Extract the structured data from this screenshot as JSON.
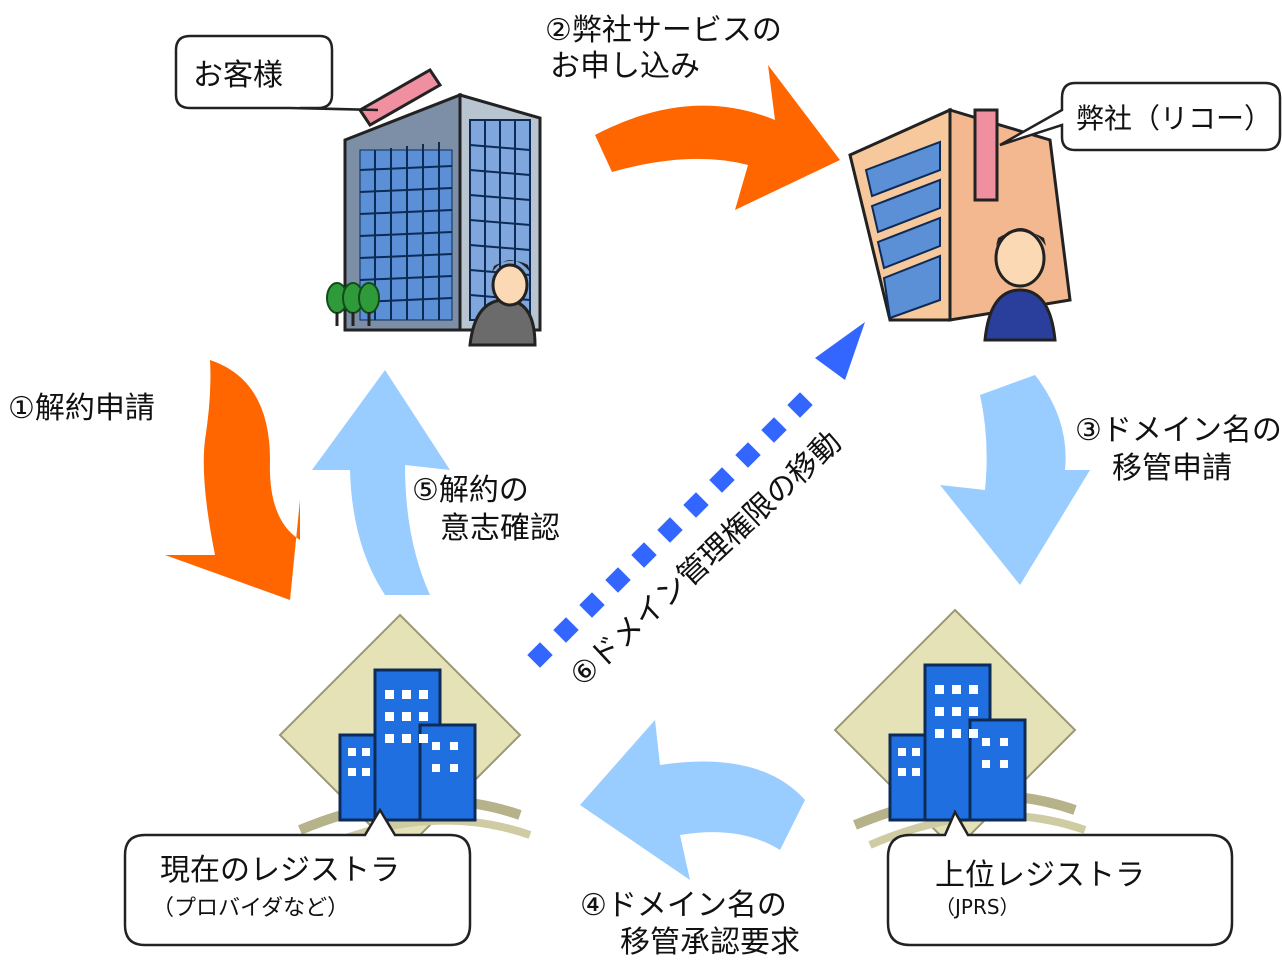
{
  "nodes": {
    "customer": "お客様",
    "company": "弊社（リコー）",
    "current_registrar": "現在のレジストラ",
    "current_registrar_sub": "（プロバイダなど）",
    "upper_registrar": "上位レジストラ",
    "upper_registrar_sub": "（JPRS）"
  },
  "steps": {
    "s1": "①解約申請",
    "s2_line1": "②弊社サービスの",
    "s2_line2": "お申し込み",
    "s3_line1": "③ドメイン名の",
    "s3_line2": "移管申請",
    "s4_line1": "④ドメイン名の",
    "s4_line2": "移管承認要求",
    "s5_line1": "⑤解約の",
    "s5_line2": "意志確認",
    "s6": "⑥ドメイン管理権限の移動"
  },
  "colors": {
    "orange_arrow": "#ff6600",
    "light_blue_arrow": "#99ccff",
    "dotted_blue": "#3366ff",
    "building_blue": "#1f6fe0",
    "diamond_beige": "#e6e2b8"
  }
}
